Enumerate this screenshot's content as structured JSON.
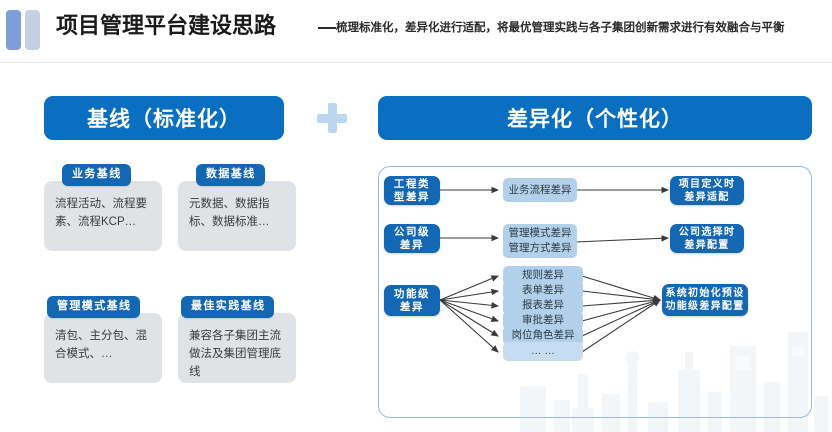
{
  "header": {
    "title": "项目管理平台建设思路",
    "dash": "——",
    "subtitle": "梳理标准化，差异化进行适配，将最优管理实践与各子集团创新需求进行有效融合与平衡",
    "bar1_color": "#7d9ed6",
    "bar2_color": "#c3cfe2"
  },
  "left_panel": {
    "caption": "基线（标准化）",
    "caption_bg": "#0b6fc1",
    "groups": [
      {
        "tag": "业务基线",
        "body": "流程活动、流程要素、流程KCP…"
      },
      {
        "tag": "数据基线",
        "body": "元数据、数据指标、数据标准…"
      },
      {
        "tag": "管理模式基线",
        "body": "清包、主分包、混合模式、…"
      },
      {
        "tag": "最佳实践基线",
        "body": "兼容各子集团主流做法及集团管理底线"
      }
    ]
  },
  "plus": {
    "symbol": "+",
    "color": "#bcd6ee"
  },
  "right_panel": {
    "caption": "差异化（个性化）",
    "caption_bg": "#0b6fc1",
    "frame_border": "#9bb9d8",
    "rows": [
      {
        "source": {
          "line1": "工程类",
          "line2": "型差异"
        },
        "middle": [
          "业务流程差异"
        ],
        "target": {
          "line1": "项目定义时",
          "line2": "差异适配"
        }
      },
      {
        "source": {
          "line1": "公司级",
          "line2": "差异"
        },
        "middle": [
          "管理模式差异",
          "管理方式差异"
        ],
        "target": {
          "line1": "公司选择时",
          "line2": "差异配置"
        }
      },
      {
        "source": {
          "line1": "功能级",
          "line2": "差异"
        },
        "middle": [
          "规则差异",
          "表单差异",
          "报表差异",
          "审批差异",
          "岗位角色差异",
          "… …"
        ],
        "target": {
          "line1": "系统初始化预设",
          "line2": "功能级差异配置"
        }
      }
    ]
  }
}
